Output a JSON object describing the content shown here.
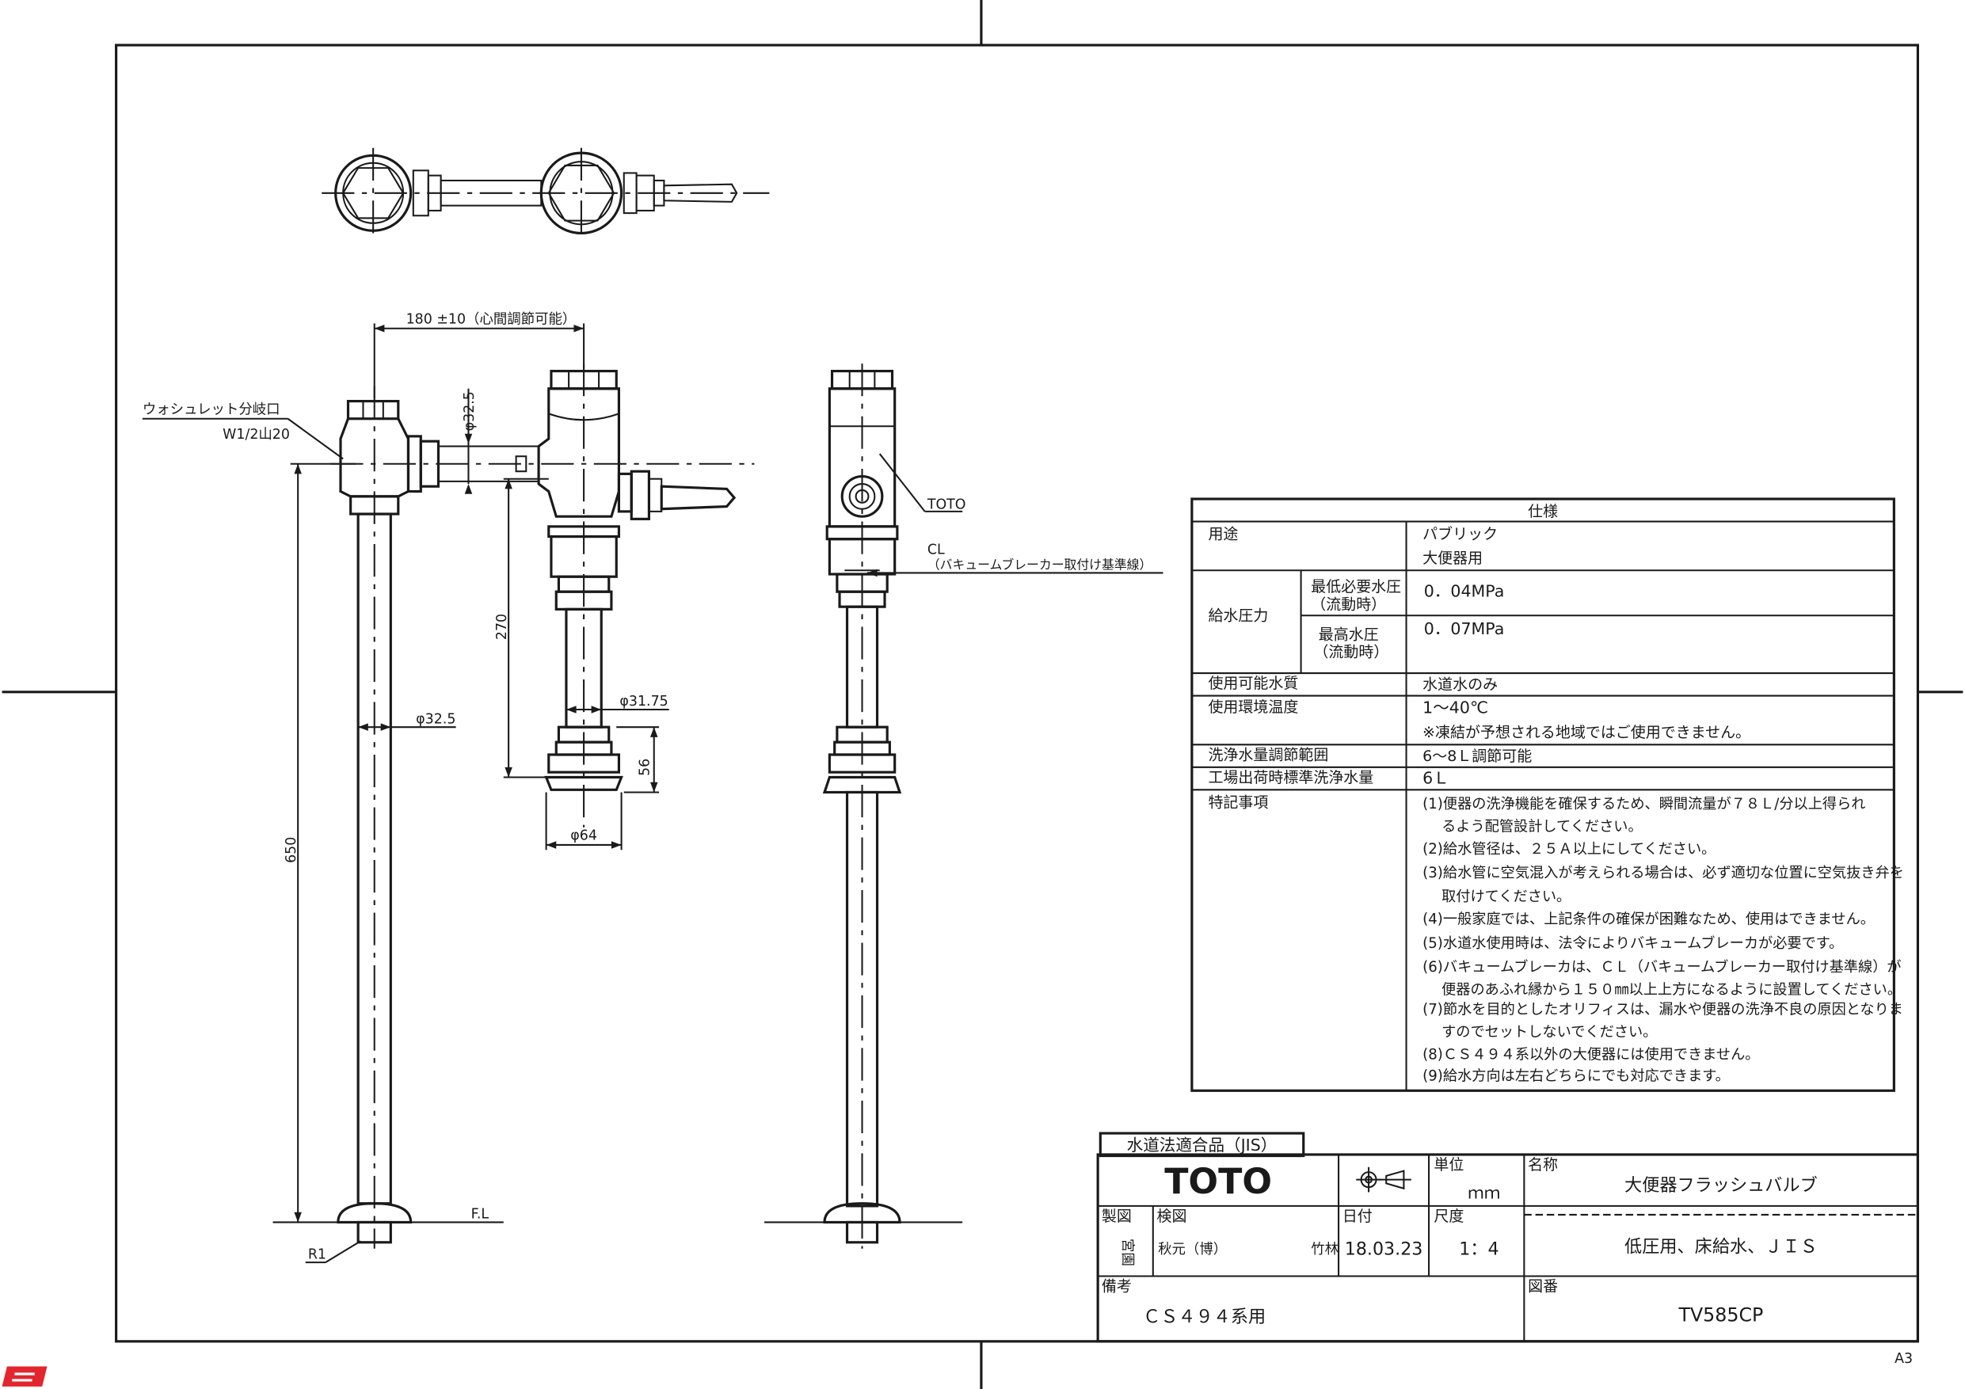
{
  "drawing": {
    "dimensions": {
      "center_distance": "180 ±10（心間調節可能）",
      "pipe_top_dia": "φ32.5",
      "pipe_dia": "φ32.5",
      "valve_outlet_dia": "φ31.75",
      "flange_dia": "φ64",
      "height_270": "270",
      "height_650": "650",
      "height_56": "56"
    },
    "labels": {
      "washlet_branch": "ウォシュレット分岐口",
      "thread_spec": "W1/2山20",
      "toto_mark": "TOTO",
      "cl": "CL",
      "cl_note": "（バキュームブレーカー取付け基準線）",
      "floor_line": "F.L",
      "radius": "R1"
    }
  },
  "spec_table": {
    "header": "仕様",
    "rows": [
      {
        "label": "用途",
        "values": [
          "パブリック",
          "大便器用"
        ]
      },
      {
        "label": "給水圧力",
        "sub": [
          {
            "label": "最低必要水圧",
            "note": "（流動時）",
            "value": "0．04MPa"
          },
          {
            "label": "最高水圧",
            "note": "（流動時）",
            "value": "0．07MPa"
          }
        ]
      },
      {
        "label": "使用可能水質",
        "values": [
          "水道水のみ"
        ]
      },
      {
        "label": "使用環境温度",
        "values": [
          "1～40℃",
          "※凍結が予想される地域ではご使用できません。"
        ]
      },
      {
        "label": "洗浄水量調節範囲",
        "values": [
          "6～8Ｌ調節可能"
        ]
      },
      {
        "label": "工場出荷時標準洗浄水量",
        "values": [
          "6Ｌ"
        ]
      },
      {
        "label": "特記事項",
        "values": [
          "(1)便器の洗浄機能を確保するため、瞬間流量が７８Ｌ/分以上得られ",
          "　 るよう配管設計してください。",
          "(2)給水管径は、２５Ａ以上にしてください。",
          "(3)給水管に空気混入が考えられる場合は、必ず適切な位置に空気抜き弁を",
          "　 取付けてください。",
          "(4)一般家庭では、上記条件の確保が困難なため、使用はできません。",
          "(5)水道水使用時は、法令によりバキュームブレーカが必要です。",
          "(6)バキュームブレーカは、ＣＬ（バキュームブレーカー取付け基準線）が",
          "　 便器のあふれ縁から１５０㎜以上上方になるように設置してください。",
          "(7)節水を目的としたオリフィスは、漏水や便器の洗浄不良の原因となりま",
          "　 すのでセットしないでください。",
          "(8)ＣＳ４９４系以外の大便器には使用できません。",
          "(9)給水方向は左右どちらにでも対応できます。"
        ]
      }
    ]
  },
  "title_block": {
    "jis_label": "水道法適合品（JIS）",
    "brand": "TOTO",
    "unit_label": "単位",
    "unit_value": "ｍｍ",
    "name_label": "名称",
    "name_value": "大便器フラッシュバルブ",
    "drawn_label": "製図",
    "drawn_value": "宮園",
    "checked_label": "検図",
    "checked_value_1": "秋元（博）",
    "checked_value_2": "竹林",
    "date_label": "日付",
    "date_value": "18.03.23",
    "scale_label": "尺度",
    "scale_value": "1：4",
    "subtitle_value": "低圧用、床給水、ＪＩＳ",
    "remarks_label": "備考",
    "remarks_value": "ＣＳ４９４系用",
    "drawing_no_label": "図番",
    "drawing_no_value": "TV585CP"
  },
  "paper_size": "A3",
  "colors": {
    "ink": "#1a1a1a",
    "logo_red": "#e3262d"
  }
}
